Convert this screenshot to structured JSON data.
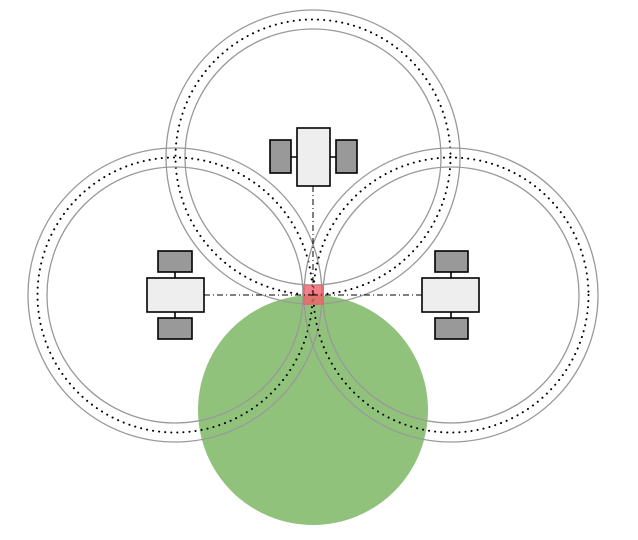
{
  "colors": {
    "ring": "#999999",
    "dotted": "#000000",
    "target_zone": "#90c27c",
    "overlap_marker": "#f0606a",
    "robot_body": "#eeeeee",
    "robot_wheel": "#999999",
    "outline": "#000000"
  },
  "robots": [
    {
      "id": "top",
      "orientation": "vertical"
    },
    {
      "id": "left",
      "orientation": "horizontal"
    },
    {
      "id": "right",
      "orientation": "horizontal"
    }
  ]
}
